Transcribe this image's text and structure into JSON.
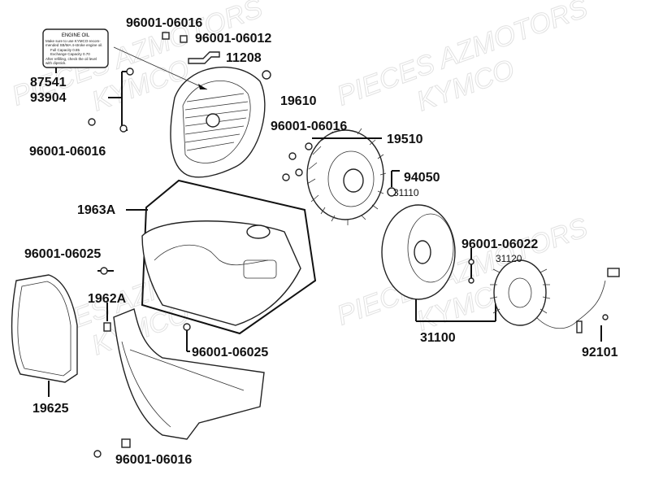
{
  "watermark": {
    "line1": "PIECES AZMOTORS",
    "line2": "KYMCO"
  },
  "oil_label": {
    "title": "ENGINE OIL",
    "lines": [
      "Make sure to use KYMCO-recom-",
      "mended SB/MA 4-stroke engine oil.",
      "Full Capacity        0.85",
      "Exchange Capacity    0.70",
      "After refilling, check the oil level",
      "with dipstick."
    ]
  },
  "callouts": {
    "c1": "96001-06016",
    "c2": "96001-06012",
    "c3": "11208",
    "c4": "87541",
    "c5": "93904",
    "c6": "19610",
    "c7": "96001-06016",
    "c8": "19510",
    "c9": "96001-06016",
    "c10": "94050",
    "c11": "31110",
    "c12": "1963A",
    "c13": "96001-06025",
    "c14": "96001-06022",
    "c15": "31120",
    "c16": "1962A",
    "c17": "96001-06025",
    "c18": "31100",
    "c19": "92101",
    "c20": "19625",
    "c21": "96001-06016"
  }
}
